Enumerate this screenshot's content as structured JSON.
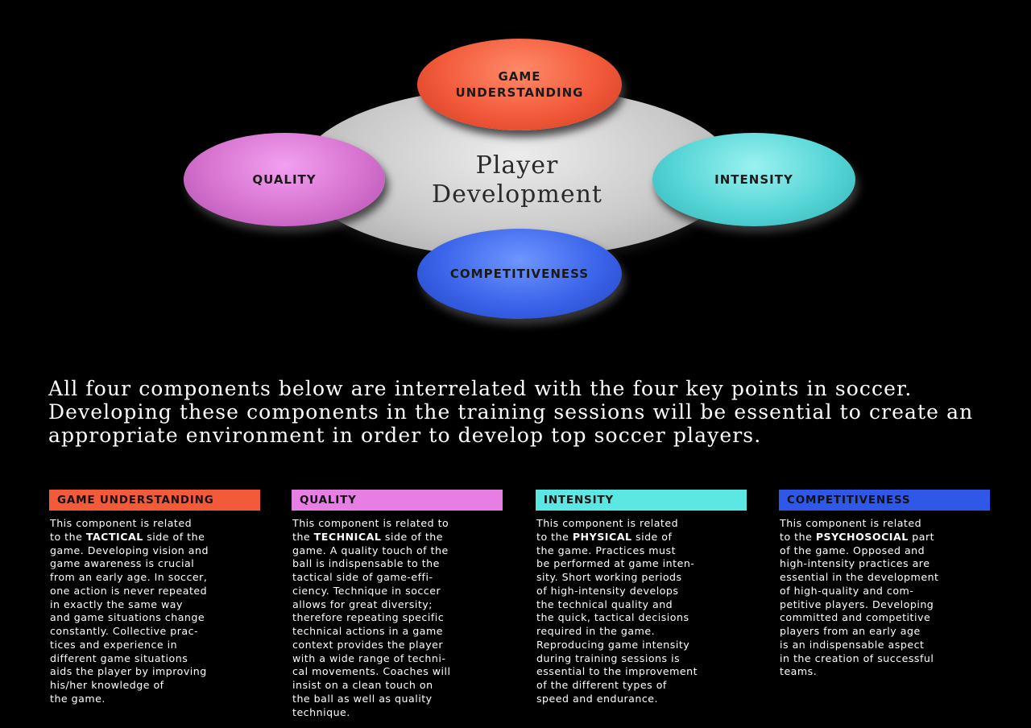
{
  "diagram": {
    "center_line1": "Player",
    "center_line2": "Development",
    "petals": {
      "game_line1": "GAME",
      "game_line2": "UNDERSTANDING",
      "quality": "QUALITY",
      "intensity": "INTENSITY",
      "competitiveness": "COMPETITIVENESS"
    }
  },
  "intro": "All four components below are interrelated with the four key points in soccer. Developing these components in the training sessions will be essential to create an appropriate environment in order to develop top soccer players.",
  "columns": [
    {
      "header": "GAME UNDERSTANDING",
      "color": "#f25a3a",
      "pre": "This component is related\nto the ",
      "bold": "TACTICAL",
      "post": " side of the\ngame. Developing vision and\ngame awareness is crucial\nfrom an early age. In soccer,\none action is never repeated\nin exactly the same way\nand game situations change\nconstantly. Collective prac-\ntices and experience in\ndifferent game situations\naids the player by improving\nhis/her knowledge of\nthe game."
    },
    {
      "header": "QUALITY",
      "color": "#e77ee4",
      "pre": "This component is related to\nthe ",
      "bold": "TECHNICAL",
      "post": " side of the\ngame. A quality touch of the\nball is indispensable to the\ntactical side of game-effi-\nciency. Technique in soccer\nallows for great diversity;\ntherefore repeating specific\ntechnical actions in a game\ncontext provides the player\nwith a wide range of techni-\ncal movements. Coaches will\ninsist on a clean touch on\nthe ball as well as quality\ntechnique."
    },
    {
      "header": "INTENSITY",
      "color": "#5be7e3",
      "pre": "This component is related\nto the ",
      "bold": "PHYSICAL",
      "post": " side of\nthe game. Practices must\nbe performed at game inten-\nsity. Short working periods\nof high-intensity develops\nthe technical quality and\nthe quick, tactical decisions\nrequired in the game.\nReproducing game intensity\nduring training sessions is\nessential to the improvement\nof the different types of\nspeed and endurance."
    },
    {
      "header": "COMPETITIVENESS",
      "color": "#2f58e8",
      "pre": "This component is related\nto the ",
      "bold": "PSYCHOSOCIAL",
      "post": " part\nof the game. Opposed and\nhigh-intensity practices are\nessential in the development\nof high-quality and com-\npetitive players. Developing\ncommitted and competitive\nplayers from an early age\nis an indispensable aspect\nin the creation of successful\nteams."
    }
  ]
}
